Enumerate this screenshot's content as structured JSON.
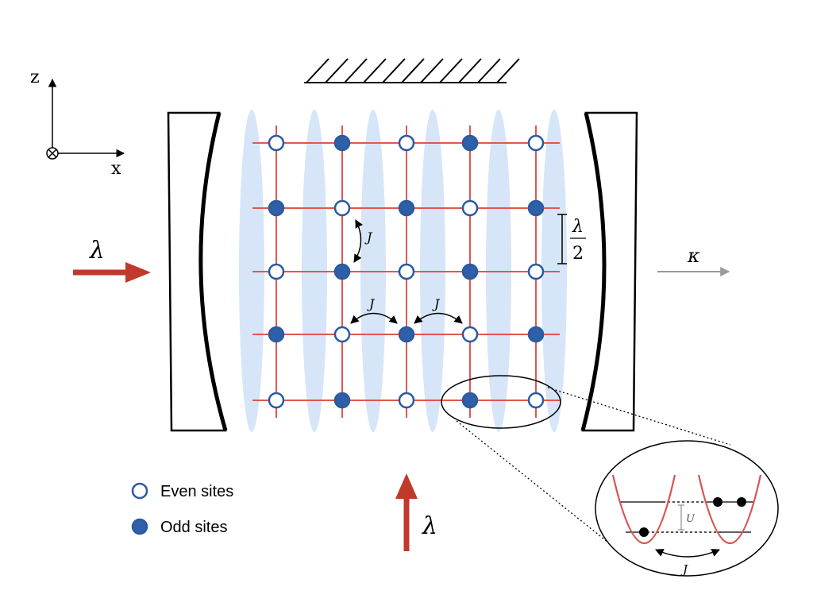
{
  "axes": {
    "z_label": "z",
    "x_label": "x"
  },
  "symbols": {
    "lambda": "λ",
    "kappa": "κ",
    "J": "J",
    "U": "U",
    "spacing_numerator": "λ",
    "spacing_denominator": "2"
  },
  "lattice": {
    "rows": 5,
    "cols": 5,
    "sites": [
      [
        "even",
        "odd",
        "even",
        "odd",
        "even"
      ],
      [
        "odd",
        "even",
        "odd",
        "even",
        "odd"
      ],
      [
        "even",
        "odd",
        "even",
        "odd",
        "even"
      ],
      [
        "odd",
        "even",
        "odd",
        "even",
        "odd"
      ],
      [
        "even",
        "odd",
        "even",
        "odd",
        "even"
      ]
    ]
  },
  "legend": {
    "even_label": "Even sites",
    "odd_label": "Odd sites"
  },
  "colors": {
    "odd_fill": "#2e5fa8",
    "site_stroke": "#2a5a9f",
    "lattice_line": "#e0574f",
    "beam_arrow": "#c0392b",
    "standing_wave": "#d6e6f8",
    "output_arrow": "#9a9a9a",
    "mirror": "#000000",
    "potential_well": "#d9534f"
  }
}
